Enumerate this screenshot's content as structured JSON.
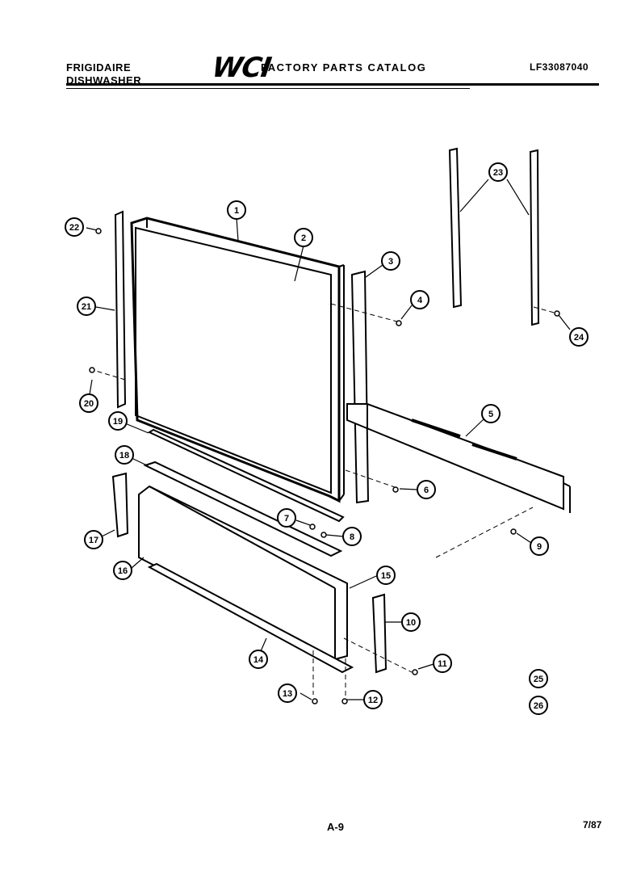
{
  "header": {
    "brand": "FRIGIDAIRE",
    "product": "DISHWASHER",
    "logo": "WCI",
    "catalog_title": "FACTORY PARTS CATALOG",
    "model_number": "LF33087040"
  },
  "footer": {
    "page_number": "A-9",
    "date": "7/87"
  },
  "callouts": [
    "1",
    "2",
    "3",
    "4",
    "5",
    "6",
    "7",
    "8",
    "9",
    "10",
    "11",
    "12",
    "13",
    "14",
    "15",
    "16",
    "17",
    "18",
    "19",
    "20",
    "21",
    "22",
    "23",
    "24",
    "25",
    "26"
  ]
}
